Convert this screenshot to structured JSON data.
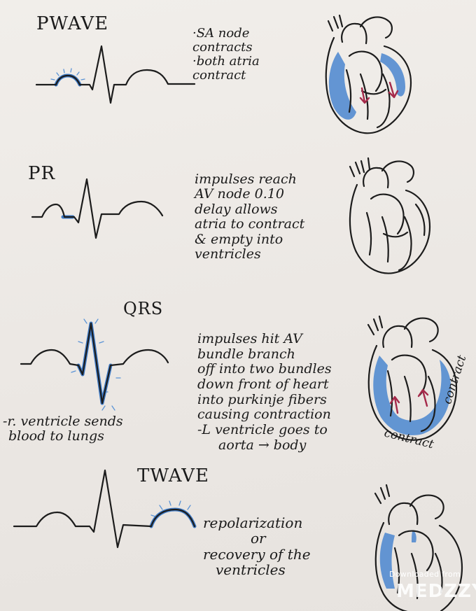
{
  "sections": [
    {
      "title": "PWAVE",
      "notes": [
        "·SA node",
        "contracts",
        "·both atria",
        "contract"
      ]
    },
    {
      "title": "PR",
      "notes": [
        "impulses reach",
        "AV node 0.10",
        "delay allows",
        "atria to contract",
        "& empty into",
        "ventricles"
      ]
    },
    {
      "title": "QRS",
      "notes": [
        "impulses hit AV",
        "bundle branch",
        "off into two bundles",
        "down front of heart",
        "into purkinje fibers",
        "causing contraction",
        "-L ventricle goes to",
        "aorta → body"
      ],
      "side_note": [
        "-r. ventricle sends",
        "blood to lungs"
      ],
      "heart_labels": [
        "contract",
        "contract"
      ]
    },
    {
      "title": "TWAVE",
      "notes": [
        "repolarization",
        "or",
        "recovery of the",
        "ventricles"
      ]
    }
  ],
  "watermark": {
    "line1": "Downloaded from",
    "line2": "MEDZZY"
  },
  "colors": {
    "paper": "#eeeae6",
    "ink": "#1a1a1a",
    "blue_highlight": "#3d79c4",
    "red_arrows": "#a52a4a"
  }
}
